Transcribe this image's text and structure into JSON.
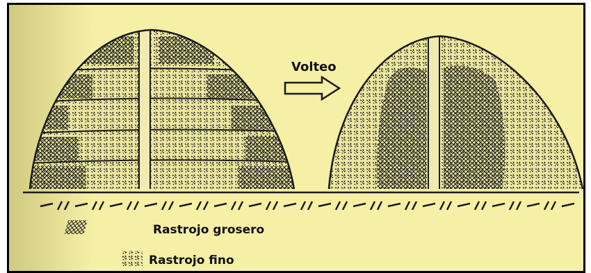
{
  "diagram": {
    "arrow_label": "Volteo",
    "legend": [
      {
        "pattern": "crosshatch",
        "label": "Rastrojo grosero"
      },
      {
        "pattern": "speckle",
        "label": "Rastrojo fino"
      }
    ],
    "colors": {
      "paper": "#f5f0a6",
      "ink": "#111111",
      "border": "#000000"
    }
  }
}
